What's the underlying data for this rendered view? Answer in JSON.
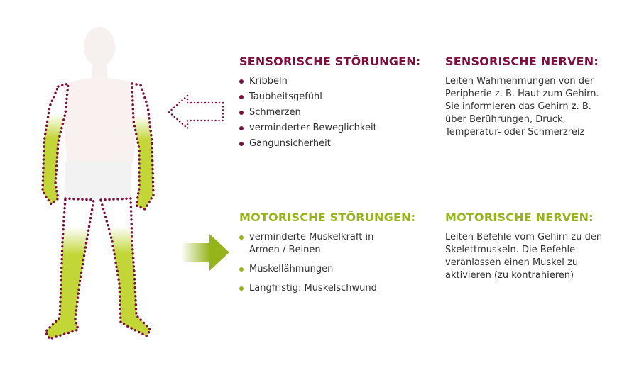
{
  "sensory_disorders": {
    "title": "SENSORISCHE STÖRUNGEN:",
    "items": [
      "Kribbeln",
      "Taubheitsgefühl",
      "Schmerzen",
      "verminderter Beweglichkeit",
      "Gangunsicherheit"
    ]
  },
  "sensory_nerves": {
    "title": "SENSORISCHE NERVEN:",
    "text": "Leiten Wahrnehmungen von der Peripherie z. B. Haut zum Gehirn. Sie informieren das Gehirn z. B. über Berührungen, Druck, Temperatur- oder Schmerzreiz"
  },
  "motor_disorders": {
    "title": "MOTORISCHE STÖRUNGEN:",
    "items": [
      "verminderte Muskelkraft in Armen / Beinen",
      "Muskellähmungen",
      "Langfristig: Muskelschwund"
    ]
  },
  "motor_nerves": {
    "title": "MOTORISCHE NERVEN:",
    "text": "Leiten Befehle vom Gehirn zu den Skelettmuskeln. Die Befehle veranlassen einen Muskel zu aktivieren (zu kontrahieren)"
  },
  "colors": {
    "maroon": "#7b1040",
    "green": "#95b41c",
    "limb_fill": "#c2d638"
  }
}
